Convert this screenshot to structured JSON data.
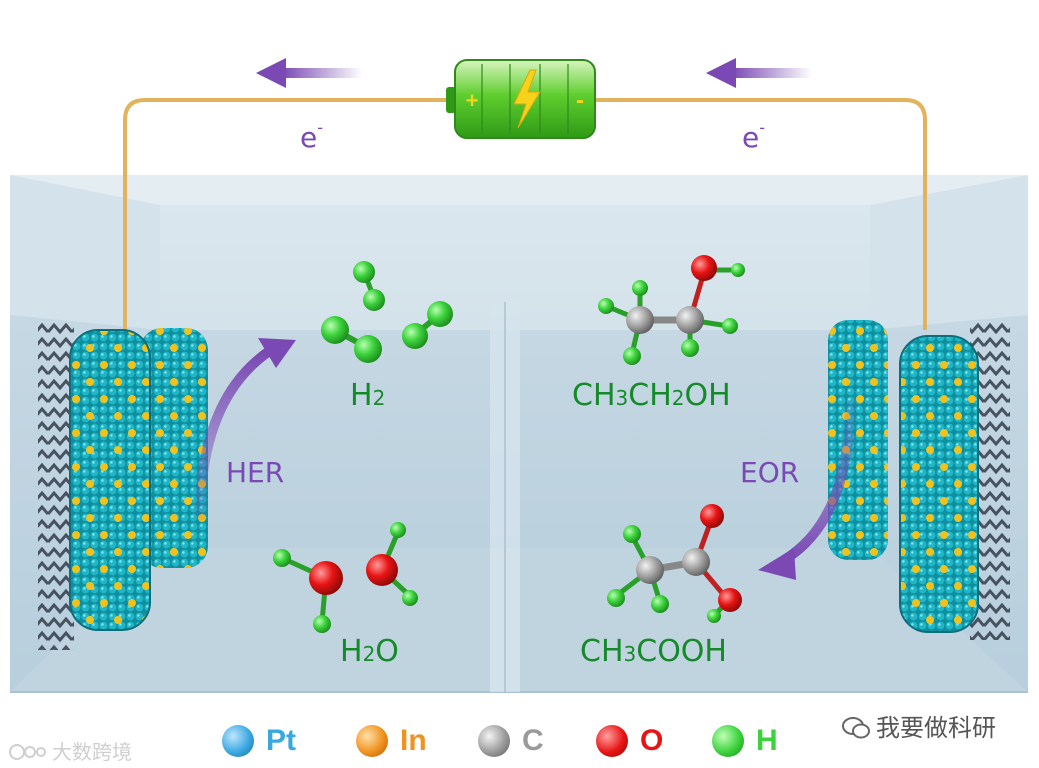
{
  "labels": {
    "electron_left": "e",
    "electron_right": "e",
    "electron_sup": "-",
    "her": "HER",
    "eor": "EOR",
    "h2": {
      "main": "H",
      "sub": "2"
    },
    "h2o": {
      "a": "H",
      "sub": "2",
      "b": "O"
    },
    "ethanol": {
      "a": "CH",
      "s1": "3",
      "b": "CH",
      "s2": "2",
      "c": "OH"
    },
    "acetic": {
      "a": "CH",
      "s1": "3",
      "b": "COOH"
    }
  },
  "battery": {
    "plus": "+",
    "minus": "-"
  },
  "legend": [
    {
      "name": "legend-pt",
      "label": "Pt",
      "color": "#3aa8e0"
    },
    {
      "name": "legend-in",
      "label": "In",
      "color": "#f0921e"
    },
    {
      "name": "legend-c",
      "label": "C",
      "color": "#9a9a9a"
    },
    {
      "name": "legend-o",
      "label": "O",
      "color": "#e81414"
    },
    {
      "name": "legend-h",
      "label": "H",
      "color": "#3cd23c"
    }
  ],
  "watermarks": {
    "right": "我要做科研",
    "left": "大数跨境"
  },
  "colors": {
    "wire": "#e2b25c",
    "arrow": "#7a49b4",
    "electrode": "#18a8b8",
    "dot": "#f0c020",
    "water": "#c9dbe6"
  }
}
